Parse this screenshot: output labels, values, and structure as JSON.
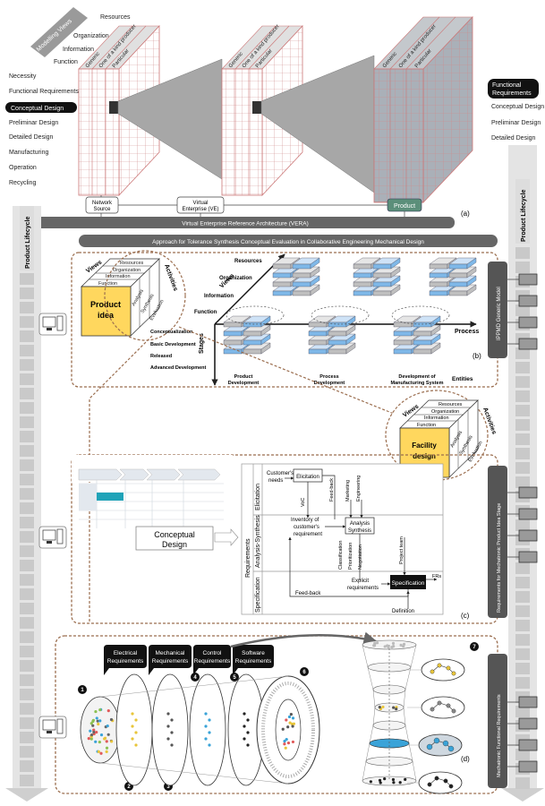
{
  "views_tag": "Modelling Views",
  "views": [
    "Resources",
    "Organization",
    "Information",
    "Function"
  ],
  "genericity": [
    "Generic",
    "One of a kind producer",
    "Particular"
  ],
  "lifecycle_left": [
    "Necessity",
    "Functional Requirements",
    "Conceptual Design",
    "Preliminar Design",
    "Detailed Design",
    "Manufacturing",
    "Operation",
    "Recycling"
  ],
  "lifecycle_right": [
    "Functional Requirements",
    "Conceptual Design",
    "Preliminar Design",
    "Detailed Design"
  ],
  "network_source": [
    "Network",
    "Source"
  ],
  "virtual_enterprise": [
    "Virtual",
    "Enterprise (VE)"
  ],
  "product": "Product",
  "vera": "Virtual Enterprise Reference Architecture (VERA)",
  "approach": "Approach for Tolerance Synthesis Conceptual Evaluation  in Collaborative Engineering Mechanical Design",
  "product_lifecycle": "Product Lifecycle",
  "labels": {
    "a": "(a)",
    "b": "(b)",
    "c": "(c)",
    "d": "(d)"
  },
  "panel_b": {
    "views": "Views",
    "activities": "Activities",
    "cube_views": [
      "Resources",
      "Organization",
      "Information",
      "Function"
    ],
    "cube_activities": [
      "Analysis",
      "Synthesis",
      "Evaluation"
    ],
    "product_idea": [
      "Product",
      "idea"
    ],
    "axis_views": [
      "Resources",
      "Organization",
      "Information",
      "Function"
    ],
    "stages_title": "Stages",
    "stages": [
      "Conceptualization",
      "Basic Development",
      "Released",
      "Advanced Development"
    ],
    "process": "Process",
    "entities_title": "Entities",
    "entities": [
      [
        "Product",
        "Development"
      ],
      [
        "Process",
        "Development"
      ],
      [
        "Development of",
        "Manufacturing System"
      ]
    ],
    "side_label": "IPPMD  Generic  Model"
  },
  "facility": {
    "views": "Views",
    "activities": "Activities",
    "cube_views": [
      "Resources",
      "Organization",
      "Information",
      "Function"
    ],
    "cube_activities": [
      "Analysis",
      "Synthesis",
      "Evaluation"
    ],
    "title": [
      "Facility",
      "design"
    ]
  },
  "panel_c": {
    "conceptual_design": [
      "Conceptual",
      "Design"
    ],
    "requirements": "Requirements",
    "phases": [
      "Elicitation",
      "Analysis-Synthesis",
      "Specification"
    ],
    "customers_needs": [
      "Customer's",
      "needs"
    ],
    "elicitation": "Elicitation",
    "voc": "VoC",
    "feedback1": "Feed-back",
    "marketing": "Marketing",
    "engineering": "Engineering",
    "inventory": [
      "Inventory of",
      "customer's",
      "requirement"
    ],
    "analysis_synthesis": [
      "Analysis",
      "Synthesis"
    ],
    "class_prior_neg": [
      "Classification",
      "Prioritization",
      "Negotiation"
    ],
    "project_team": "Project team",
    "explicit": [
      "Explicit",
      "requirements"
    ],
    "specification": "Specification",
    "frs": "FRs",
    "feedback2": "Feed-back",
    "definition": "Definition",
    "side_label": "Requirements for Mechatronic Product Idea Stage"
  },
  "panel_d": {
    "tags": [
      [
        "Electrical",
        "Requirements"
      ],
      [
        "Mechanical",
        "Requirements"
      ],
      [
        "Control",
        "Requirements"
      ],
      [
        "Software",
        "Requirements"
      ]
    ],
    "numbers": [
      "1",
      "2",
      "3",
      "4",
      "5",
      "6",
      "7"
    ],
    "side_label": "Mechatronic Functional Requirements"
  }
}
